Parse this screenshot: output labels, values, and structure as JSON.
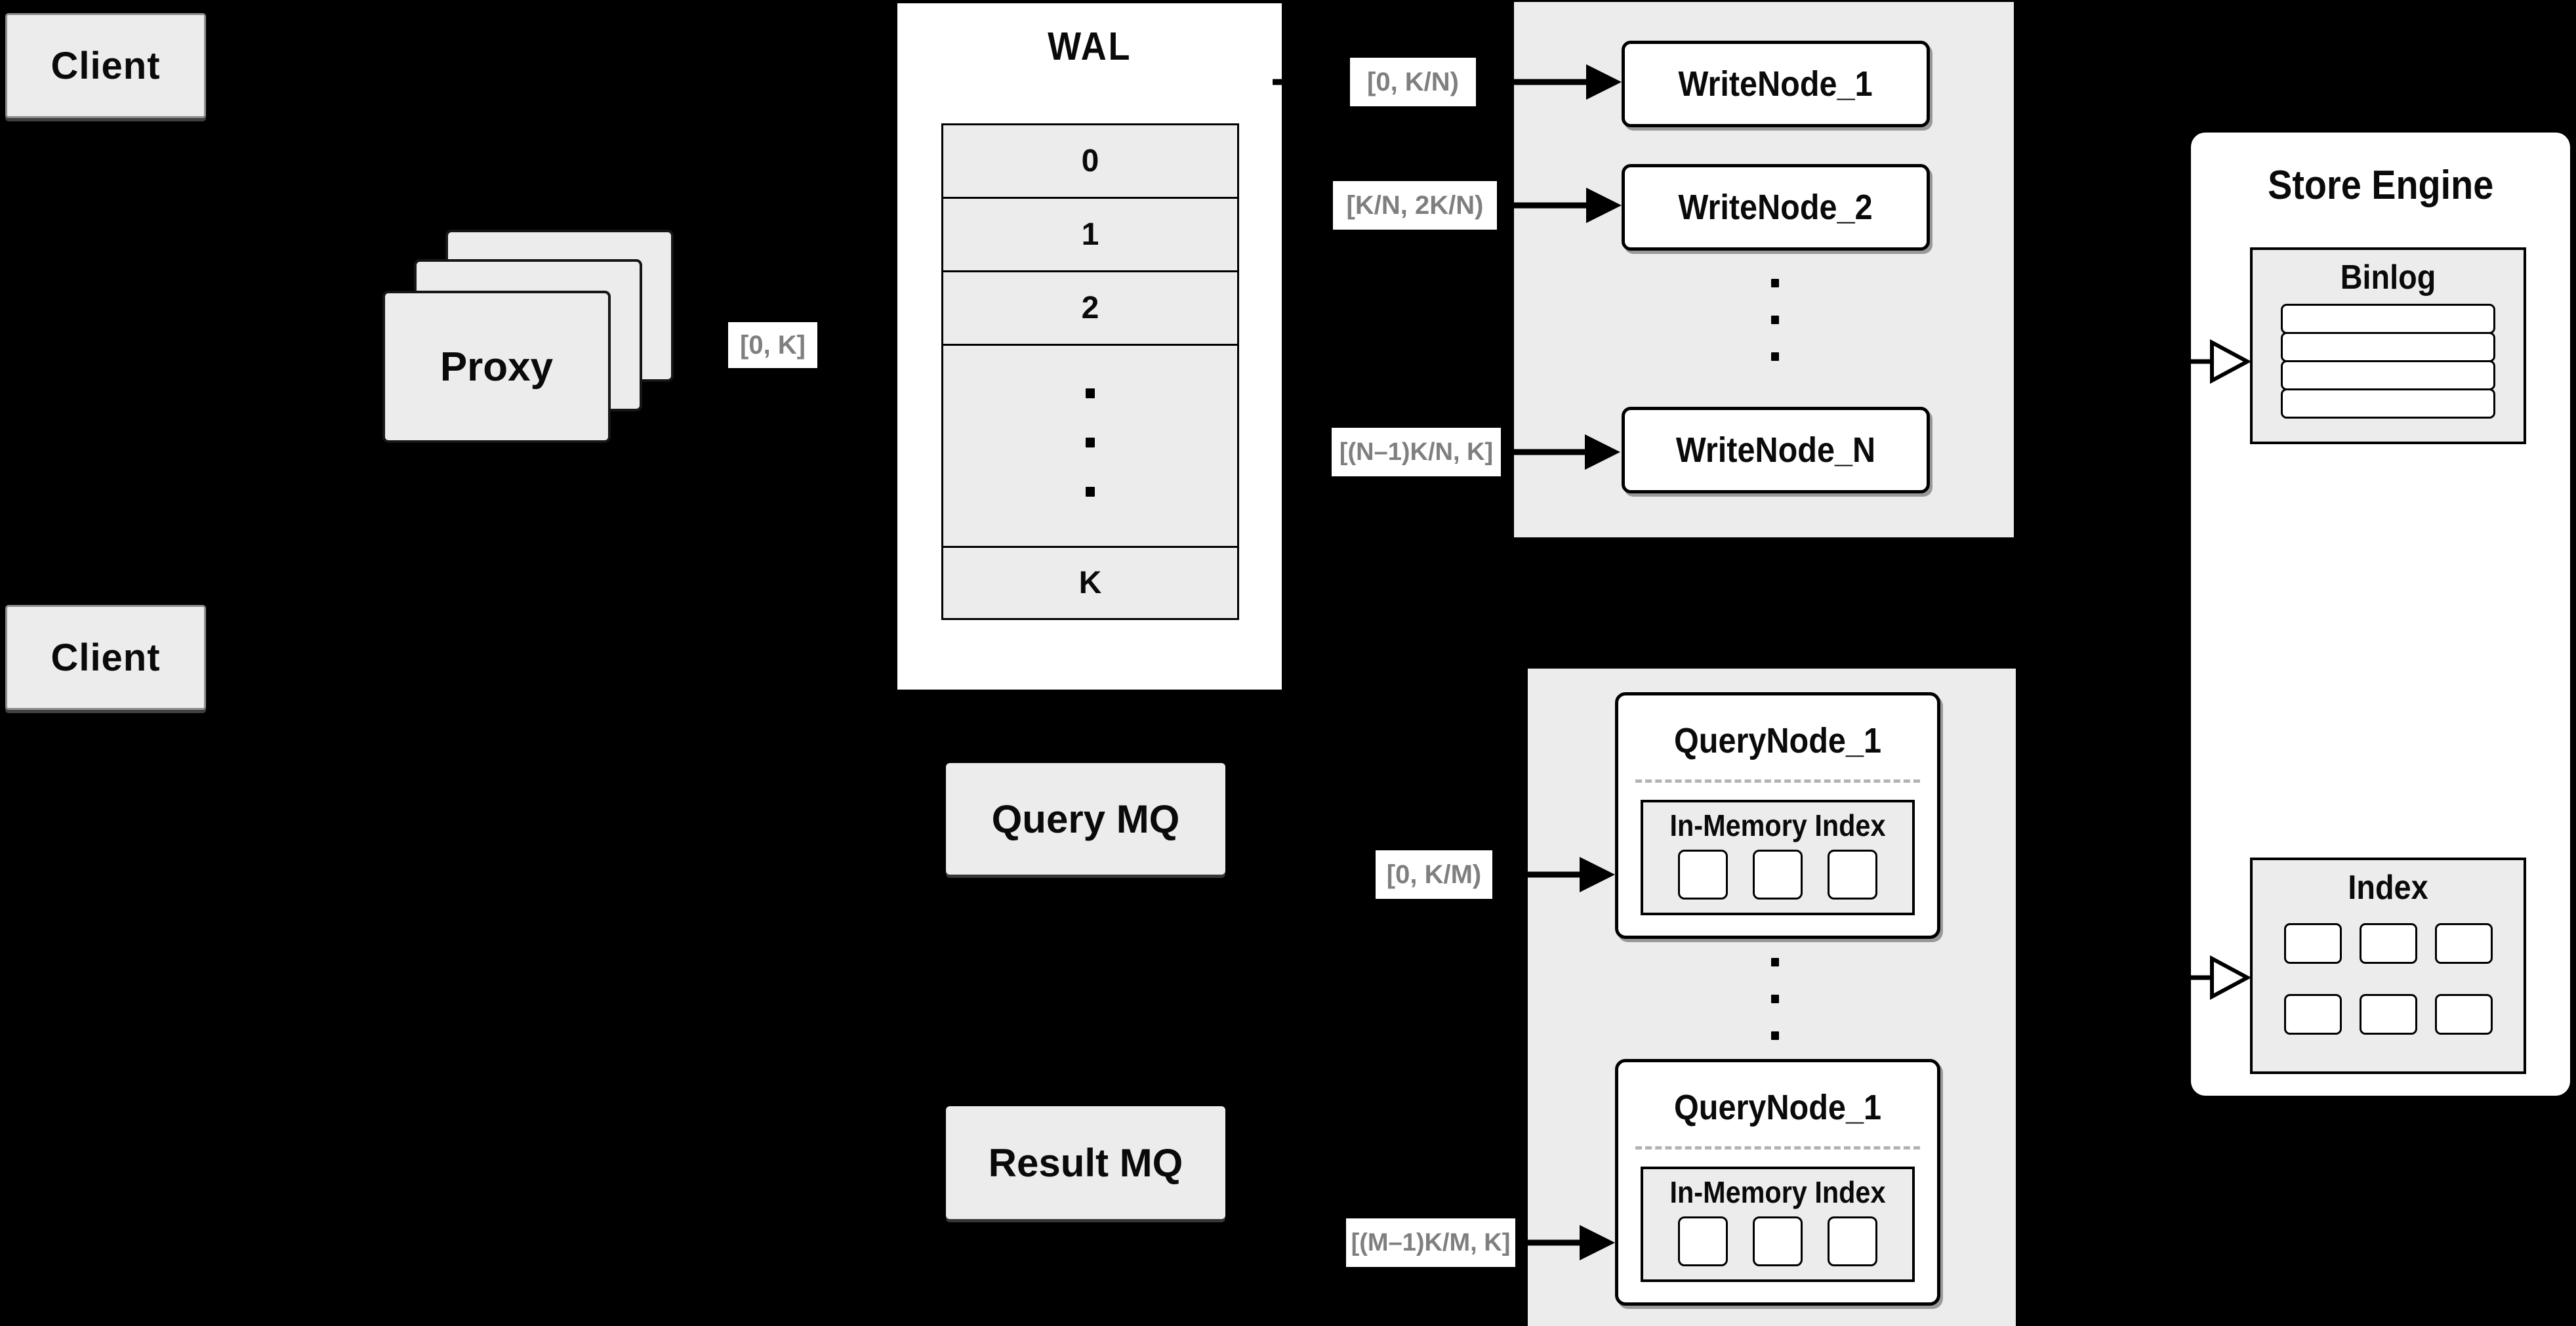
{
  "colors": {
    "background": "#000000",
    "panel_gray": "#ececec",
    "panel_white": "#ffffff",
    "border_black": "#000000",
    "range_label_text": "#7f7f7f"
  },
  "clients": {
    "top": "Client",
    "bottom": "Client"
  },
  "proxy": {
    "label": "Proxy"
  },
  "wal": {
    "title": "WAL",
    "rows": [
      "0",
      "1",
      "2",
      "K"
    ],
    "ellipsis": "..."
  },
  "range_labels": {
    "proxy_out": "[0, K]",
    "write_1": "[0, K/N)",
    "write_2": "[K/N, 2K/N)",
    "write_n": "[(N–1)K/N, K]",
    "query_top": "[0, K/M)",
    "query_bottom": "[(M–1)K/M, K]"
  },
  "write_nodes": {
    "node_1": "WriteNode_1",
    "node_2": "WriteNode_2",
    "node_n": "WriteNode_N",
    "ellipsis": "..."
  },
  "mq": {
    "query": "Query MQ",
    "result": "Result MQ"
  },
  "query_nodes": {
    "top": {
      "title": "QueryNode_1",
      "index_title": "In-Memory Index"
    },
    "bottom": {
      "title": "QueryNode_1",
      "index_title": "In-Memory Index"
    },
    "ellipsis": "..."
  },
  "store_engine": {
    "title": "Store Engine",
    "binlog_title": "Binlog",
    "index_title": "Index"
  }
}
